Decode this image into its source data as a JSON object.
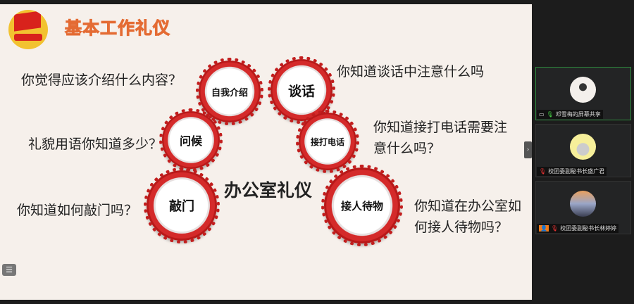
{
  "slide": {
    "title": "基本工作礼仪",
    "center": "办公室礼仪",
    "topics": [
      "自我介绍",
      "谈话",
      "问候",
      "接打电话",
      "敲门",
      "接人待物"
    ],
    "questions": [
      "你觉得应该介绍什么内容？",
      "你知道谈话中注意什么吗",
      "礼貌用语你知道多少？",
      "你知道接打电话需要注",
      "意什么吗？",
      "你知道如何敲门吗？",
      "你知道在办公室如",
      "何接人待物吗？"
    ]
  },
  "participants": [
    {
      "name": "邓雪梅的屏幕共享"
    },
    {
      "name": "校团委副秘书长盛广君"
    },
    {
      "name": "校团委副秘书长林婷婷"
    }
  ],
  "colors": {
    "accent": "#c21e1e",
    "title": "#f39a6b",
    "active_border": "#2e8b3e"
  }
}
